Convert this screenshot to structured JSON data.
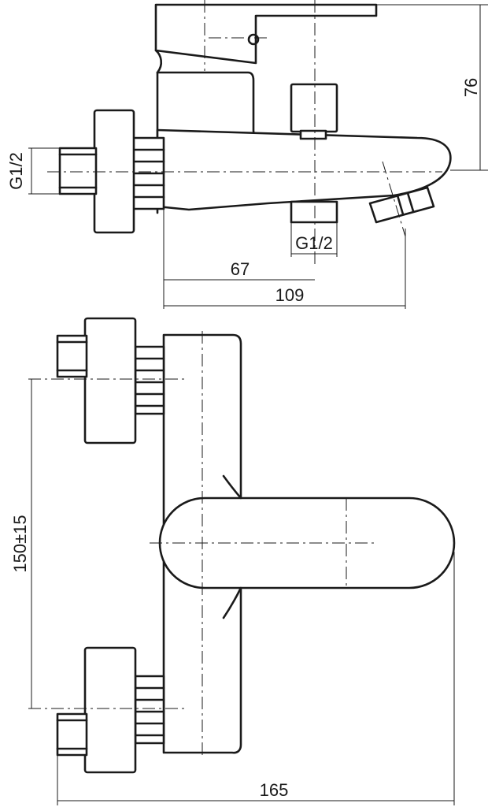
{
  "diagram": {
    "side_view": {
      "inlet_thread_label": "G1/2",
      "outlet_thread_label": "G1/2",
      "height_dim": "76",
      "dim_67": "67",
      "dim_109": "109"
    },
    "front_view": {
      "center_distance_dim": "150±15",
      "width_dim": "165"
    }
  }
}
